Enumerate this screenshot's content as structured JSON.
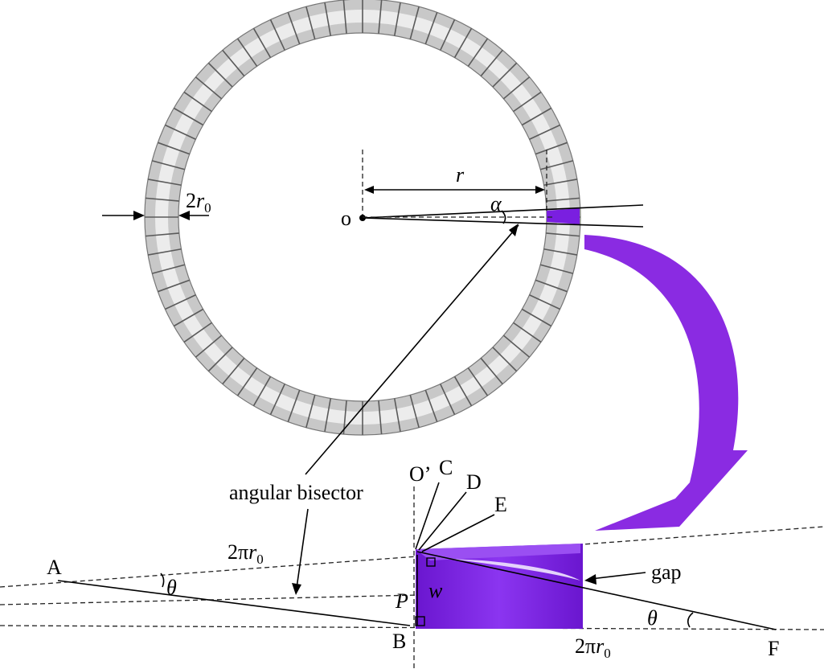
{
  "labels": {
    "center": "o",
    "radius": "r",
    "alpha": "α",
    "two": "2",
    "r0_main": "r",
    "r0_sub": "0",
    "two_pi": "2π",
    "angular_bisector": "angular bisector",
    "O_prime": "O’",
    "C": "C",
    "D": "D",
    "E": "E",
    "A": "A",
    "B": "B",
    "F": "F",
    "P": "P",
    "w": "w",
    "theta": "θ",
    "gap": "gap"
  },
  "colors": {
    "ring_fill": "#d9d9d9",
    "ring_stroke": "#555555",
    "segment": "#7a1fe0",
    "segment_dark": "#5b12b3",
    "arrow": "#8a2be2",
    "line": "#000000"
  },
  "ring": {
    "segment_count": 72
  }
}
